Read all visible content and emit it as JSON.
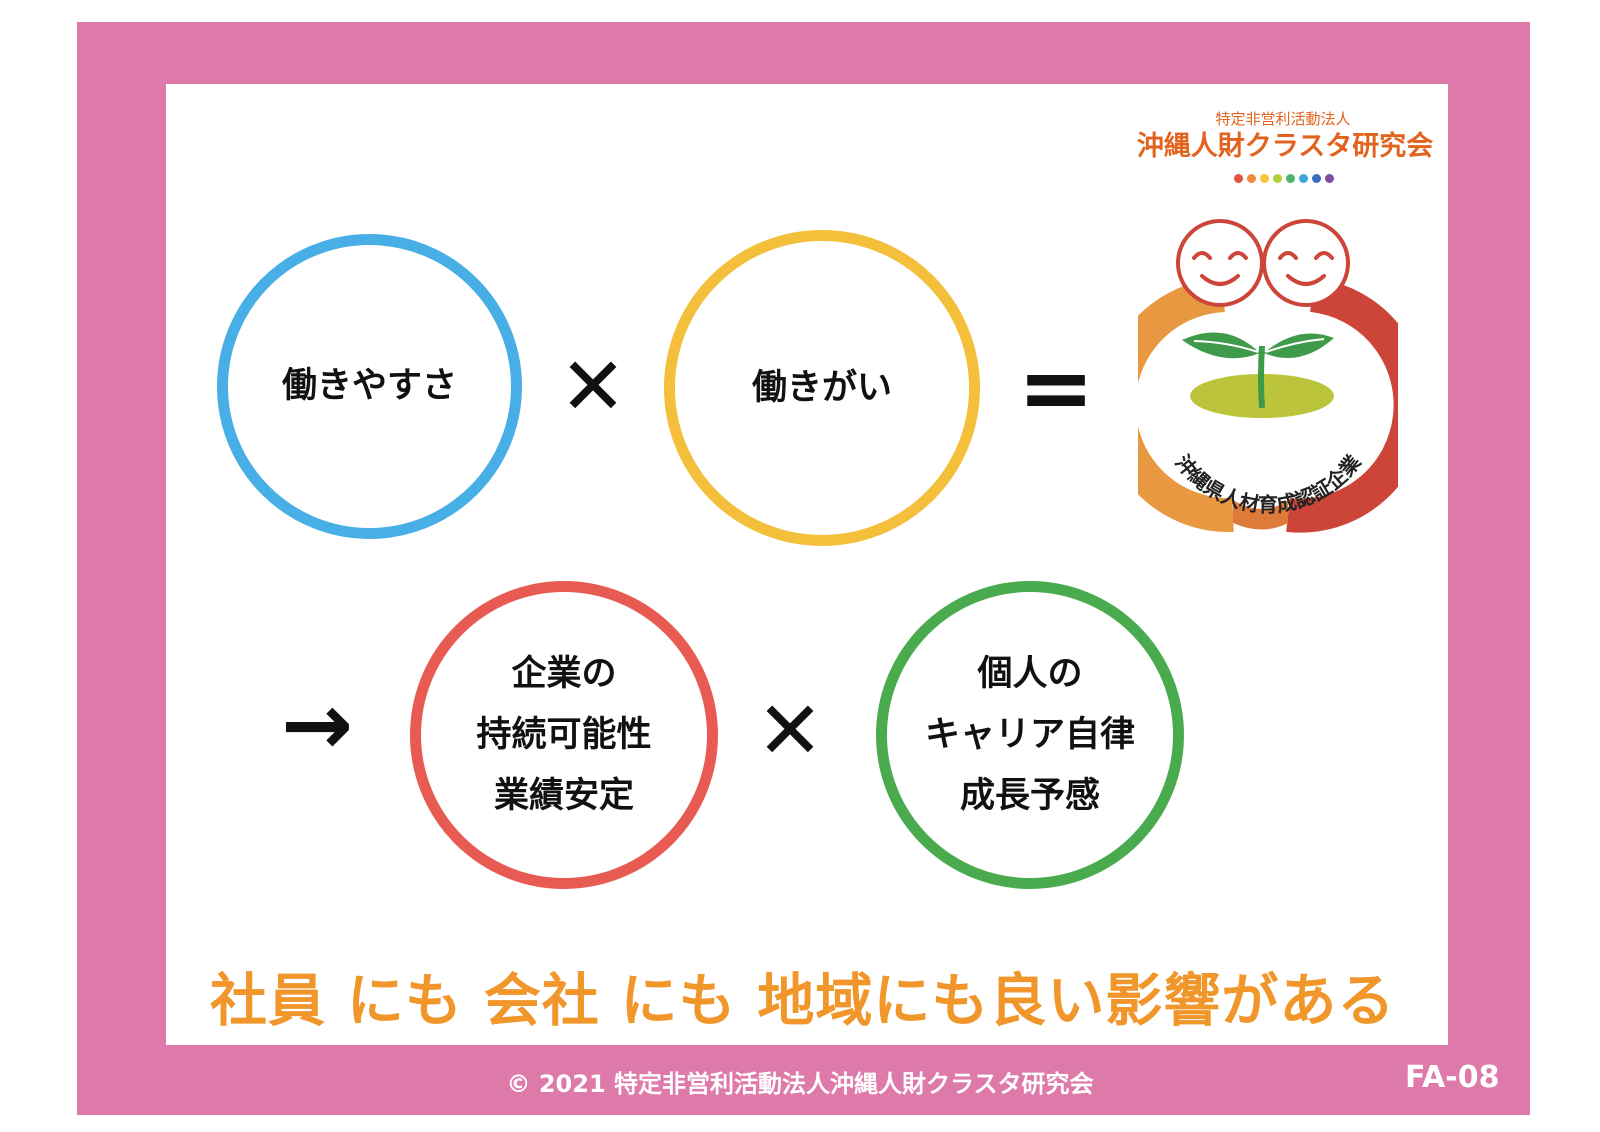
{
  "organization": {
    "subtitle": "特定非営利活動法人",
    "name": "沖縄人財クラスタ研究会",
    "dot_colors": [
      "#e0513c",
      "#f08a3c",
      "#f5c636",
      "#b5cf3a",
      "#4fb463",
      "#3ea7d8",
      "#3a6fc0",
      "#7c4ea2"
    ]
  },
  "equation": {
    "circle1": "働きやすさ",
    "times1": "✕",
    "circle2": "働きがい",
    "equals": "="
  },
  "certification": {
    "caption": "沖縄県人材育成認証企業"
  },
  "result": {
    "arrow": "→",
    "circle3": [
      "企業の",
      "持続可能性",
      "業績安定"
    ],
    "times2": "✕",
    "circle4": [
      "個人の",
      "キャリア自律",
      "成長予感"
    ]
  },
  "slogan": "社員 にも 会社 にも 地域にも良い影響がある",
  "footer": {
    "copyright": "© 2021 特定非営利活動法人沖縄人財クラスタ研究会",
    "page_code": "FA-08"
  },
  "colors": {
    "frame": "#de7aaa",
    "circle_blue": "#48aee6",
    "circle_yellow": "#f4bf3a",
    "circle_red": "#e85b53",
    "circle_green": "#4aab4e",
    "slogan": "#f0962a",
    "org": "#e2631d"
  }
}
